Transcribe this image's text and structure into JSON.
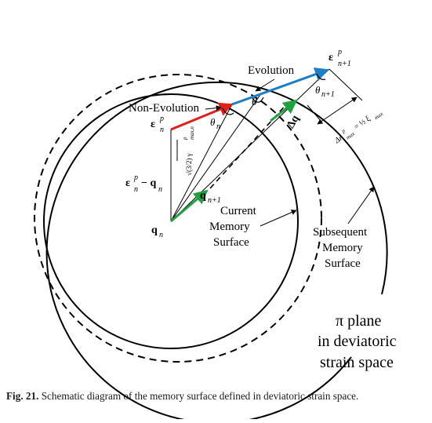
{
  "labels": {
    "evolution": "Evolution",
    "non_evolution": "Non-Evolution",
    "current_surface": [
      "Current",
      "Memory",
      "Surface"
    ],
    "subsequent_surface": [
      "Subsequent",
      "Memory",
      "Surface"
    ],
    "plane": [
      "π plane",
      "in deviatoric",
      "strain space"
    ]
  },
  "symbols": {
    "eps_n1": "ε",
    "eps_n1_sup": "p",
    "eps_n1_sub": "n+1",
    "eps_n": "ε",
    "eps_n_sup": "p",
    "eps_n_sub": "n",
    "diff": "ε",
    "diff_sup": "p",
    "diff_sub": "n",
    "diff_minus": "− q",
    "diff_q_sub": "n",
    "q_n": "q",
    "q_n_sub": "n",
    "q_n1": "q",
    "q_n1_sub": "n+1",
    "delta_q": "Δq",
    "theta": "θ",
    "theta_n": "θ",
    "theta_n_sub": "n",
    "theta_n1": "θ",
    "theta_n1_sub": "n+1",
    "radius": "√(3/2) γ",
    "radius_sup": "p",
    "radius_sub": "max,n",
    "delta_r": "Δr",
    "delta_r_sup": "p",
    "delta_r_sub": "max",
    "delta_r_eq": "= ½ ξ",
    "delta_r_xi_sub": "max"
  },
  "caption": {
    "fig": "Fig. 21.",
    "text": "Schematic diagram of the memory surface defined in deviatoric strain space."
  },
  "colors": {
    "red_vector": "#e0201b",
    "blue_vector": "#1f7fc4",
    "green_vector": "#20a040",
    "lines": "#000000"
  }
}
